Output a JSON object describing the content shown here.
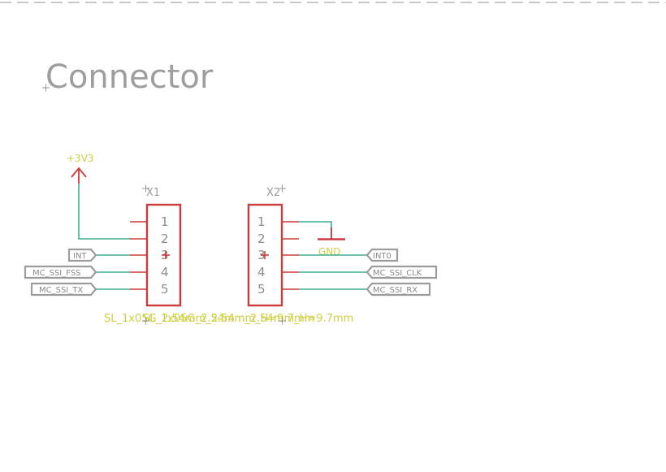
{
  "sheet": {
    "title": "Connector"
  },
  "power": {
    "supply_label": "+3V3",
    "ground_label": "GND"
  },
  "connectors": [
    {
      "ref": "X1",
      "pins": [
        "1",
        "2",
        "3",
        "4",
        "5"
      ]
    },
    {
      "ref": "X2",
      "pins": [
        "1",
        "2",
        "3",
        "4",
        "5"
      ]
    }
  ],
  "footprint_values": [
    "SL_1x05G_2.54mm_2.54mm_H=9.7mm",
    "SL_1x05G_2.54mm_2.54mm_H=9.7mm"
  ],
  "net_labels": {
    "left": [
      "INT",
      "MC_SSI_FSS",
      "MC_SSI_TX"
    ],
    "right": [
      "INT0",
      "MC_SSI_CLK",
      "MC_SSI_RX"
    ]
  },
  "colors": {
    "component": "#cc3b3b",
    "wire": "#3faf96",
    "label": "#cfcf45",
    "port": "#9d9d9d",
    "text": "#9e9e9e"
  }
}
